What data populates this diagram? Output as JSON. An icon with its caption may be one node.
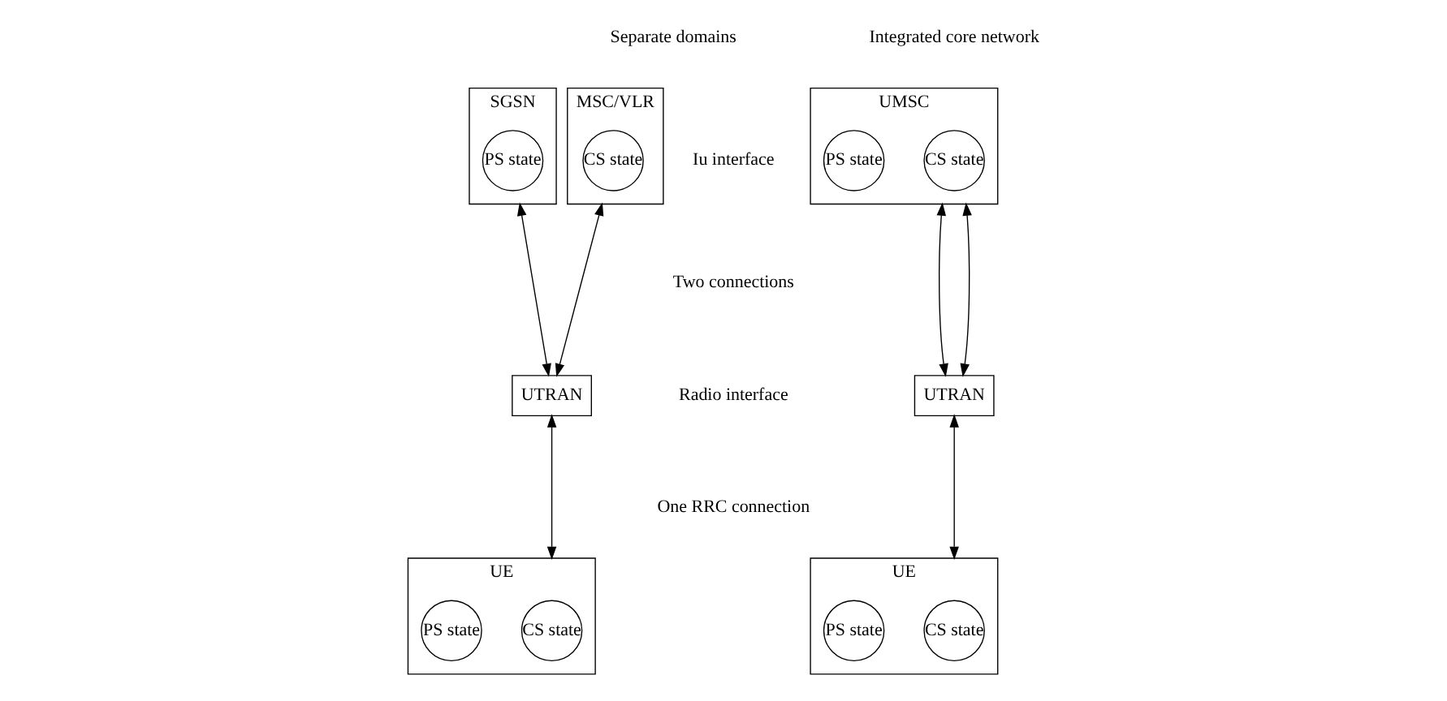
{
  "diagram": {
    "nodes": [
      {
        "text": [
          "MSC/VLR"
        ]
      },
      {
        "text": [
          "CS state"
        ],
        "in": 0
      },
      {
        "text": [
          "SGSN"
        ]
      },
      {
        "text": [
          "PS state"
        ],
        "in": 2
      },
      {
        "text": [
          "UTRAN"
        ]
      },
      {
        "text": [
          "UE"
        ]
      },
      {
        "text": [
          "CS state"
        ],
        "in": 5
      },
      {
        "text": [
          "PS state"
        ],
        "in": 5
      },
      {
        "text": [
          "UMSC"
        ]
      },
      {
        "text": [
          "CS state"
        ],
        "in": 8
      },
      {
        "text": [
          "PS state"
        ],
        "in": 8
      },
      {
        "text": [
          "UTRAN"
        ]
      },
      {
        "text": [
          "UE"
        ]
      },
      {
        "text": [
          "CS state"
        ],
        "in": 12
      },
      {
        "text": [
          "PS state"
        ],
        "in": 12
      }
    ],
    "edges": [
      {
        "from": 0,
        "to": 4,
        "arrow": "both"
      },
      {
        "from": 2,
        "to": 4,
        "arrow": "both"
      },
      {
        "from": 4,
        "to": 5,
        "arrow": "both"
      },
      {
        "from": 8,
        "to": 11,
        "arrow": "both"
      },
      {
        "from": 8,
        "to": 11,
        "arrow": "both"
      },
      {
        "from": 11,
        "to": 12,
        "arrow": "both"
      }
    ],
    "labels": [
      "Separate domains",
      "Integrated core network",
      "Iu interface",
      "Two connections",
      "Radio interface",
      "One RRC connection"
    ]
  }
}
